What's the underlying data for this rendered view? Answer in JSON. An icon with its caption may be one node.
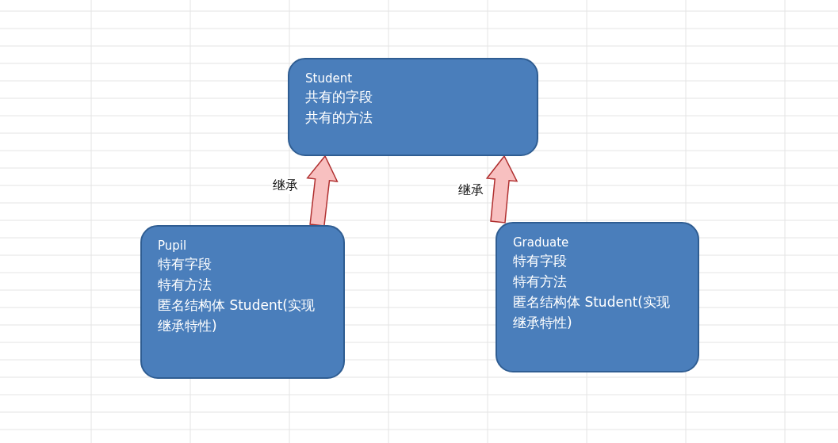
{
  "diagram": {
    "nodes": [
      {
        "text": [
          "Student",
          "共有的字段",
          "共有的方法"
        ]
      },
      {
        "text": [
          "Pupil",
          "特有字段",
          "特有方法",
          "匿名结构体 Student(实现继承特性)"
        ]
      },
      {
        "text": [
          "Graduate",
          "特有字段",
          "特有方法",
          "匿名结构体 Student(实现继承特性)"
        ]
      }
    ],
    "edges": [
      {
        "from": 1,
        "to": 0,
        "arrow": "to",
        "label": "继承"
      },
      {
        "from": 2,
        "to": 0,
        "arrow": "to",
        "label": "继承"
      }
    ]
  }
}
